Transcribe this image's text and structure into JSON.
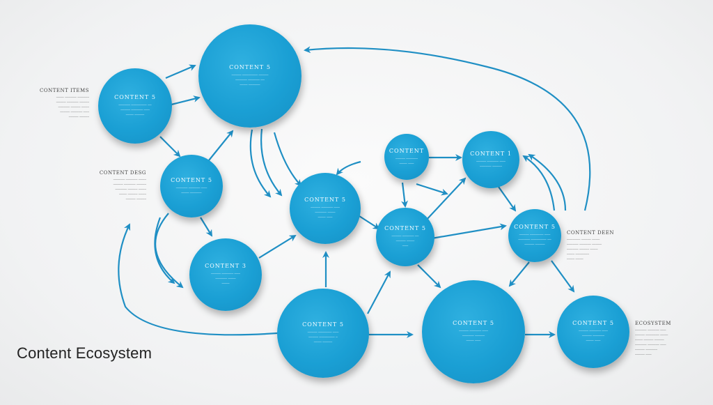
{
  "title": "Content Ecosystem",
  "colors": {
    "node": "#1a9fd4",
    "arrow": "#1f8fc4",
    "background": "#f1f2f3"
  },
  "nodes": [
    {
      "id": "n1",
      "title": "CONTENT 5",
      "lines": [
        "––––– –––––––– –––––",
        "–––––– –––––– ––",
        "–––– ––––––"
      ]
    },
    {
      "id": "n2",
      "title": "CONTENT 5",
      "lines": [
        "–––––– –––––––– ––",
        "––––– –––––– –––",
        "–––– –––––"
      ]
    },
    {
      "id": "n3",
      "title": "CONTENT 5",
      "lines": [
        "–––––– –––––– –––",
        "–––– ––––––"
      ]
    },
    {
      "id": "n4",
      "title": "CONTENT 3",
      "lines": [
        "––––– –––––– –––",
        "–––––– ––––",
        "––––"
      ]
    },
    {
      "id": "n5",
      "title": "CONTENT 5",
      "lines": [
        "––––– –––––– –––",
        "–––––– ––––",
        "–––– –––"
      ]
    },
    {
      "id": "n6",
      "title": "CONTENT",
      "lines": [
        "––––– ––––––",
        "–––– –––"
      ]
    },
    {
      "id": "n7",
      "title": "CONTENT 1",
      "lines": [
        "––––– –––––– –––",
        "–––––– –––––"
      ]
    },
    {
      "id": "n8",
      "title": "CONTENT 5",
      "lines": [
        "––––– –––––– ––",
        "––––– ––––",
        "–––"
      ]
    },
    {
      "id": "n9",
      "title": "CONTENT 5",
      "lines": [
        "––––– ––––––– –––",
        "–––––– –––––––– ––",
        "––––– –––––"
      ]
    },
    {
      "id": "n10",
      "title": "CONTENT 5",
      "lines": [
        "––––– ––––––– –––",
        "––––– –––––––– –",
        "–––– –––––"
      ]
    },
    {
      "id": "n11",
      "title": "CONTENT 5",
      "lines": [
        "––––– –––––– –––",
        "–––––– –––––",
        "–––– –––"
      ]
    },
    {
      "id": "n12",
      "title": "CONTENT 5",
      "lines": [
        "––––– –––––– –––",
        "––––– ––––––",
        "–––– –––"
      ]
    }
  ],
  "annotations": [
    {
      "id": "a1",
      "title": "CONTENT ITEMS",
      "lines": [
        "–––– –––––– ––––––",
        "––––– –––––– –––––",
        "–––––– ––––– ––––",
        "––––– –––––– –––",
        "––––– –––––"
      ]
    },
    {
      "id": "a2",
      "title": "CONTENT DESG",
      "lines": [
        "–––––– –––––– ––––",
        "––––– –––––– –––––",
        "–––––– ––––– ––––",
        "–––– ––––– ––––",
        "––––– –––––"
      ]
    },
    {
      "id": "a3",
      "title": "CONTENT DEEN",
      "lines": [
        "––––––– ––––– ––––",
        "–––––– –––––– –––––",
        "–––––– ––––– ––––",
        "–––– –––––––",
        "–––– ––––"
      ]
    },
    {
      "id": "a4",
      "title": "ECOSYSTEM",
      "lines": [
        "–––––– –––––– –––",
        "––––– ––––––– ––––",
        "–––– ––––– –––––",
        "–––––– –––––– –––",
        "––––– ––––––",
        "––––– –––"
      ]
    }
  ]
}
